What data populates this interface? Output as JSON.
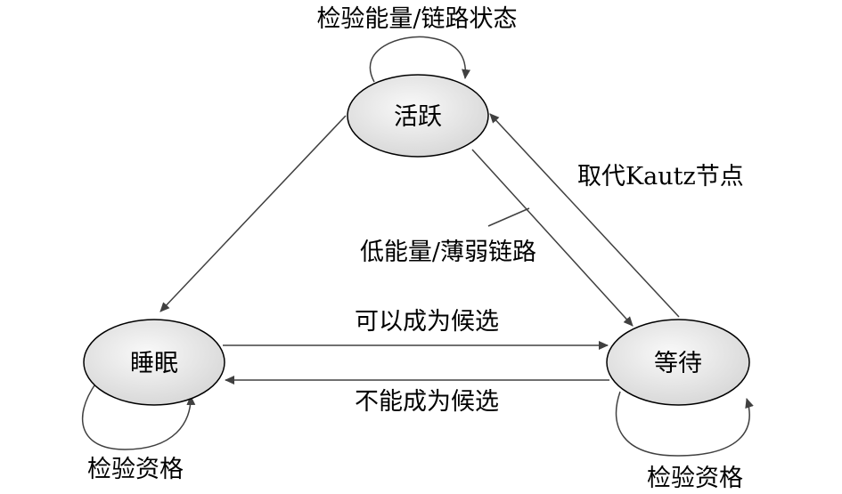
{
  "nodes": {
    "active": "活跃",
    "sleep": "睡眠",
    "wait": "等待"
  },
  "edges": {
    "active_self": "检验能量/链路状态",
    "active_to_wait": "低能量/薄弱链路",
    "wait_to_active": "取代Kautz节点",
    "sleep_to_wait": "可以成为候选",
    "wait_to_sleep": "不能成为候选",
    "sleep_self": "检验资格",
    "wait_self": "检验资格"
  },
  "colors": {
    "node_fill_light": "#f7f7f7",
    "node_fill_dark": "#d9d9d9",
    "edge": "#404040"
  }
}
